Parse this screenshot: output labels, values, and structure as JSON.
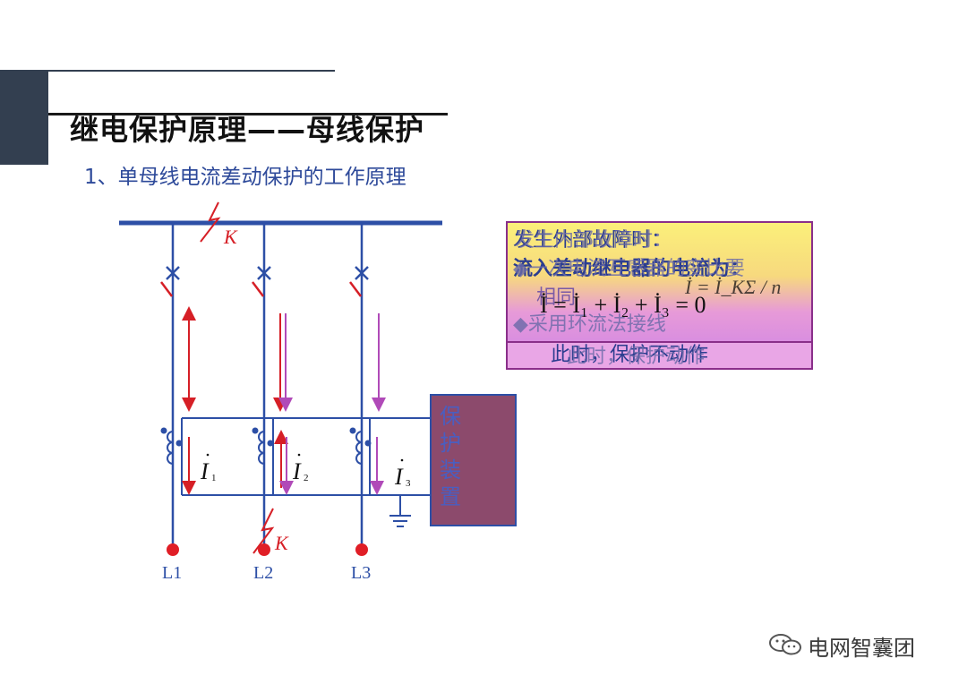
{
  "header": {
    "title": "继电保护原理——母线保护",
    "subtitle": "1、单母线电流差动保护的工作原理"
  },
  "diagram": {
    "fault_k_top": "K",
    "fault_k_bottom": "K",
    "lines": [
      "L1",
      "L2",
      "L3"
    ],
    "currents": [
      "I",
      "I",
      "I"
    ],
    "current_subs": [
      "1",
      "2",
      "3"
    ],
    "protection_device": [
      "保",
      "护",
      "装",
      "置"
    ],
    "colors": {
      "bus": "#2d4fa6",
      "arrow_red": "#d61f26",
      "arrow_purple": "#b04ab8",
      "device_fill": "#8c4a6c",
      "panel_border": "#8a2f8a"
    }
  },
  "panel": {
    "layer_a": {
      "line1": "发生外部故障时：",
      "line2": "流入差动继电器的电流为：",
      "line3": "相同",
      "line4": "此时，保护不动作"
    },
    "layer_b": {
      "line1": "发生内部故障时：",
      "line2": "◆一次电流互感器的变比要",
      "line3": "◆采用环流法接线",
      "line4": "此时，保护动作"
    },
    "formula_a": "İ = İ₁ + İ₂ + İ₃ = 0",
    "formula_b": "İ = İ_KΣ / n"
  },
  "watermark": {
    "text": "电网智囊团"
  }
}
